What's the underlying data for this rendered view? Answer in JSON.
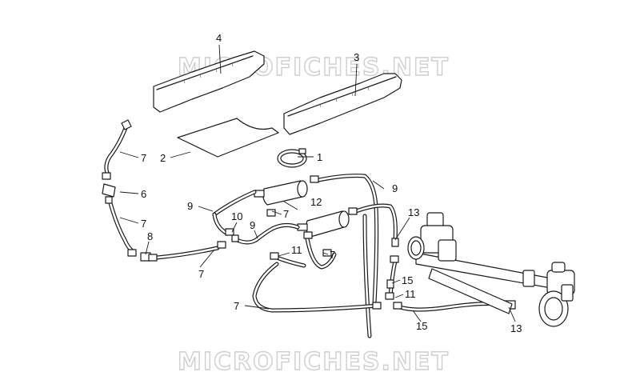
{
  "watermarks": [
    "MICROFICHES.NET",
    "MICROFICHES.NET"
  ],
  "callouts": [
    {
      "id": "c4",
      "text": "4"
    },
    {
      "id": "c3",
      "text": "3"
    },
    {
      "id": "c2",
      "text": "2"
    },
    {
      "id": "c1",
      "text": "1"
    },
    {
      "id": "c7a",
      "text": "7"
    },
    {
      "id": "c6",
      "text": "6"
    },
    {
      "id": "c7b",
      "text": "7"
    },
    {
      "id": "c8",
      "text": "8"
    },
    {
      "id": "c7c",
      "text": "7"
    },
    {
      "id": "c9a",
      "text": "9"
    },
    {
      "id": "c10",
      "text": "10"
    },
    {
      "id": "c9b",
      "text": "9"
    },
    {
      "id": "c12",
      "text": "12"
    },
    {
      "id": "c7d",
      "text": "7"
    },
    {
      "id": "c9c",
      "text": "9"
    },
    {
      "id": "c11a",
      "text": "11"
    },
    {
      "id": "c7e",
      "text": "7"
    },
    {
      "id": "c7f",
      "text": "7"
    },
    {
      "id": "c13a",
      "text": "13"
    },
    {
      "id": "c15a",
      "text": "15"
    },
    {
      "id": "c11b",
      "text": "11"
    },
    {
      "id": "c15b",
      "text": "15"
    },
    {
      "id": "c13b",
      "text": "13"
    }
  ]
}
